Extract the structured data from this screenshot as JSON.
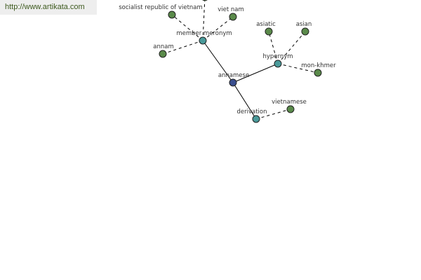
{
  "banner": {
    "url": "http://www.artikata.com"
  },
  "colors": {
    "root": "#3a4f8f",
    "relation": "#4a9a9a",
    "leaf": "#5a8a4a",
    "banner_text": "#3d5a1e",
    "banner_bg": "#eeeeee"
  },
  "nodes": [
    {
      "id": "annamese",
      "label": "annamese",
      "kind": "root"
    },
    {
      "id": "member-meronym",
      "label": "member meronym",
      "kind": "relation"
    },
    {
      "id": "hypernym",
      "label": "hypernym",
      "kind": "relation"
    },
    {
      "id": "derivation",
      "label": "derivation",
      "kind": "relation"
    },
    {
      "id": "socialist-republic-of-vietnam",
      "label": "socialist republic of vietnam",
      "kind": "leaf"
    },
    {
      "id": "viet-nam",
      "label": "viet nam",
      "kind": "leaf"
    },
    {
      "id": "annam",
      "label": "annam",
      "kind": "leaf"
    },
    {
      "id": "top-offscreen",
      "label": "",
      "kind": "leaf"
    },
    {
      "id": "asiatic",
      "label": "asiatic",
      "kind": "leaf"
    },
    {
      "id": "asian",
      "label": "asian",
      "kind": "leaf"
    },
    {
      "id": "mon-khmer",
      "label": "mon-khmer",
      "kind": "leaf"
    },
    {
      "id": "vietnamese",
      "label": "vietnamese",
      "kind": "leaf"
    }
  ],
  "edges": [
    {
      "from": "annamese",
      "to": "member-meronym",
      "style": "solid"
    },
    {
      "from": "annamese",
      "to": "hypernym",
      "style": "solid"
    },
    {
      "from": "annamese",
      "to": "derivation",
      "style": "solid"
    },
    {
      "from": "member-meronym",
      "to": "socialist-republic-of-vietnam",
      "style": "dashed"
    },
    {
      "from": "member-meronym",
      "to": "viet-nam",
      "style": "dashed"
    },
    {
      "from": "member-meronym",
      "to": "annam",
      "style": "dashed"
    },
    {
      "from": "member-meronym",
      "to": "top-offscreen",
      "style": "dashed"
    },
    {
      "from": "hypernym",
      "to": "asiatic",
      "style": "dashed"
    },
    {
      "from": "hypernym",
      "to": "asian",
      "style": "dashed"
    },
    {
      "from": "hypernym",
      "to": "mon-khmer",
      "style": "dashed"
    },
    {
      "from": "derivation",
      "to": "vietnamese",
      "style": "dashed"
    }
  ]
}
